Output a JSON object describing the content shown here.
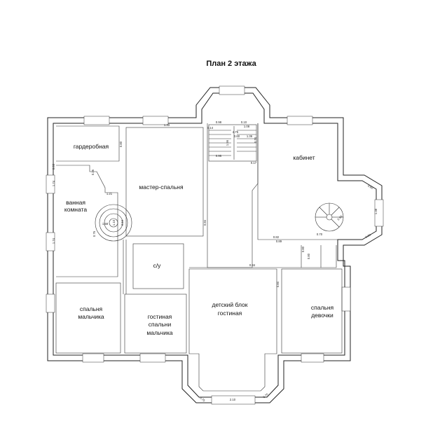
{
  "title": "План 2 этажа",
  "rooms": {
    "wardrobe": "гардеробная",
    "bathroom_line1": "ванная",
    "bathroom_line2": "комната",
    "master_bedroom": "мастер-спальня",
    "office": "кабинет",
    "wc": "с/у",
    "boy_bedroom_line1": "спальня",
    "boy_bedroom_line2": "мальчика",
    "boy_living_line1": "гостиная",
    "boy_living_line2": "спальни",
    "boy_living_line3": "мальчика",
    "kids_block_line1": "детский блок",
    "kids_block_line2": "гостиная",
    "girl_bedroom_line1": "спальня",
    "girl_bedroom_line2": "девочки"
  },
  "dimensions": {
    "d1": "1.33",
    "d2": "0.80",
    "d3": "0.05",
    "d4": "0.36",
    "d5": "1.74",
    "d6": "1.21",
    "d7": "1.74",
    "d8": "1.58",
    "d9": "1.10",
    "d10": "0.54",
    "d11": "0.76",
    "d12": "0.84",
    "d13": "0.84",
    "d14": "0.84",
    "d15": "0.89",
    "d16": "0.82",
    "d17": "0.70",
    "d18": "0.80",
    "d19": "0.80",
    "d20": "0.56",
    "d21": "0.60",
    "d22": "1.38",
    "d23": "0.60",
    "d24": "0.75",
    "d25": "2.10",
    "d26": "0.75",
    "d27": "0.98",
    "d28": "0.60",
    "d29": "0.10",
    "d30": "1.08",
    "d31": "2.75",
    "d32": "1.36",
    "d33": "0.14",
    "d34": "0.74",
    "d35": "0.95",
    "d36": "1.56",
    "d37": "0.17"
  }
}
